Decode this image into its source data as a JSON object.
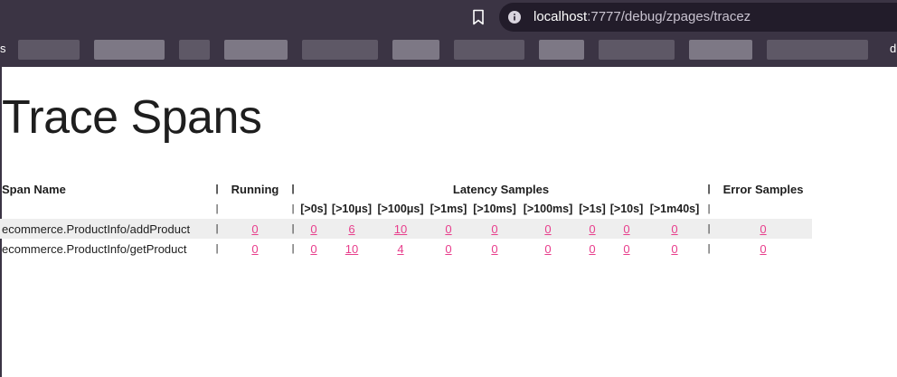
{
  "browser": {
    "url_host": "localhost",
    "url_path": ":7777/debug/zpages/tracez",
    "bookmark_left_char": "s",
    "bookmark_right_char": "d",
    "colors": {
      "chrome": "#3b3444",
      "urlbar": "#221c2a"
    }
  },
  "page": {
    "title": "Trace Spans",
    "sep": "|",
    "headers": {
      "span_name": "Span Name",
      "running": "Running",
      "latency": "Latency Samples",
      "error": "Error Samples"
    },
    "latency_buckets": [
      "[>0s]",
      "[>10μs]",
      "[>100μs]",
      "[>1ms]",
      "[>10ms]",
      "[>100ms]",
      "[>1s]",
      "[>10s]",
      "[>1m40s]"
    ],
    "rows": [
      {
        "name": "ecommerce.ProductInfo/addProduct",
        "running": "0",
        "latency": [
          "0",
          "6",
          "10",
          "0",
          "0",
          "0",
          "0",
          "0",
          "0"
        ],
        "error": "0"
      },
      {
        "name": "ecommerce.ProductInfo/getProduct",
        "running": "0",
        "latency": [
          "0",
          "10",
          "4",
          "0",
          "0",
          "0",
          "0",
          "0",
          "0"
        ],
        "error": "0"
      }
    ],
    "colors": {
      "link": "#e83e8c",
      "zebra": "#eeeeee"
    }
  }
}
